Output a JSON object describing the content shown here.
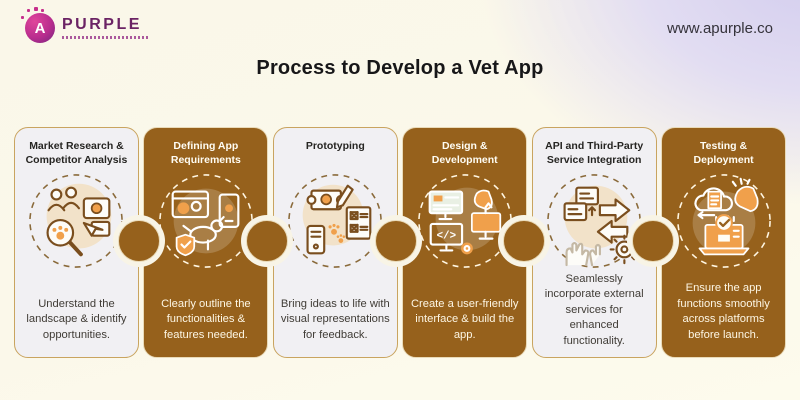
{
  "header": {
    "logo": {
      "brand": "Purple",
      "letter": "A"
    },
    "website": "www.apurple.co"
  },
  "title": "Process to Develop a Vet App",
  "colors": {
    "brown": "#96611C",
    "light_card": "#F1F0F3",
    "gold_border": "#C9A45F",
    "accent_orange": "#F0A04B",
    "brand_magenta": "#B92D8E",
    "lavender": "#D3CDEE",
    "cream": "#FAF7E9"
  },
  "steps": [
    {
      "title": "Market Research & Competitor Analysis",
      "description": "Understand the landscape & identify opportunities.",
      "variant": "light",
      "icon": "market-research-icon"
    },
    {
      "title": "Defining App Requirements",
      "description": "Clearly outline the functionalities & features needed.",
      "variant": "brown",
      "icon": "app-requirements-icon"
    },
    {
      "title": "Prototyping",
      "description": "Bring ideas to life with visual representations for feedback.",
      "variant": "light",
      "icon": "prototyping-icon"
    },
    {
      "title": "Design & Development",
      "description": "Create a user-friendly interface & build the app.",
      "variant": "brown",
      "icon": "design-development-icon"
    },
    {
      "title": "API and Third-Party Service Integration",
      "description": "Seamlessly incorporate external services for enhanced functionality.",
      "variant": "light",
      "icon": "api-integration-icon"
    },
    {
      "title": "Testing & Deployment",
      "description": "Ensure the app functions smoothly across platforms before launch.",
      "variant": "brown",
      "icon": "testing-deployment-icon"
    }
  ],
  "icon_glyphs": {
    "code": "</>"
  }
}
